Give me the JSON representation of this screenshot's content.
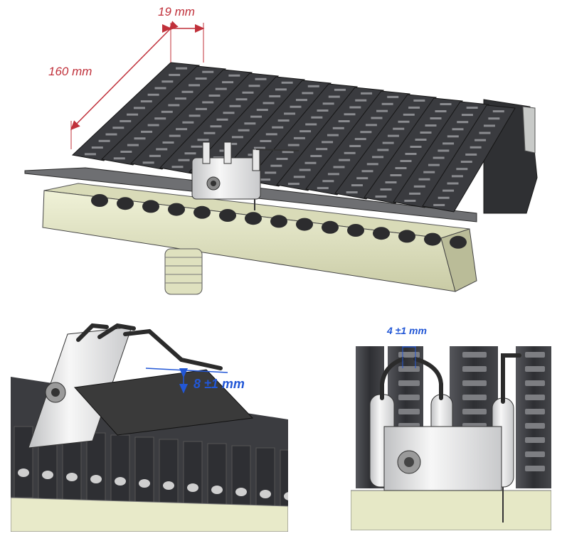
{
  "figure": {
    "main_view": {
      "dim_width": "19 mm",
      "dim_length": "160 mm"
    },
    "detail_left": {
      "dim_gap": "8 ±1 mm"
    },
    "detail_right": {
      "dim_spacing": "4 ±1 mm"
    }
  },
  "colors": {
    "dimension_red": "#c0303a",
    "dimension_blue": "#2257d6",
    "burner_bar": "#3a3a3e",
    "manifold": "#e6e8c8",
    "electrode_white": "#eeeeee"
  }
}
